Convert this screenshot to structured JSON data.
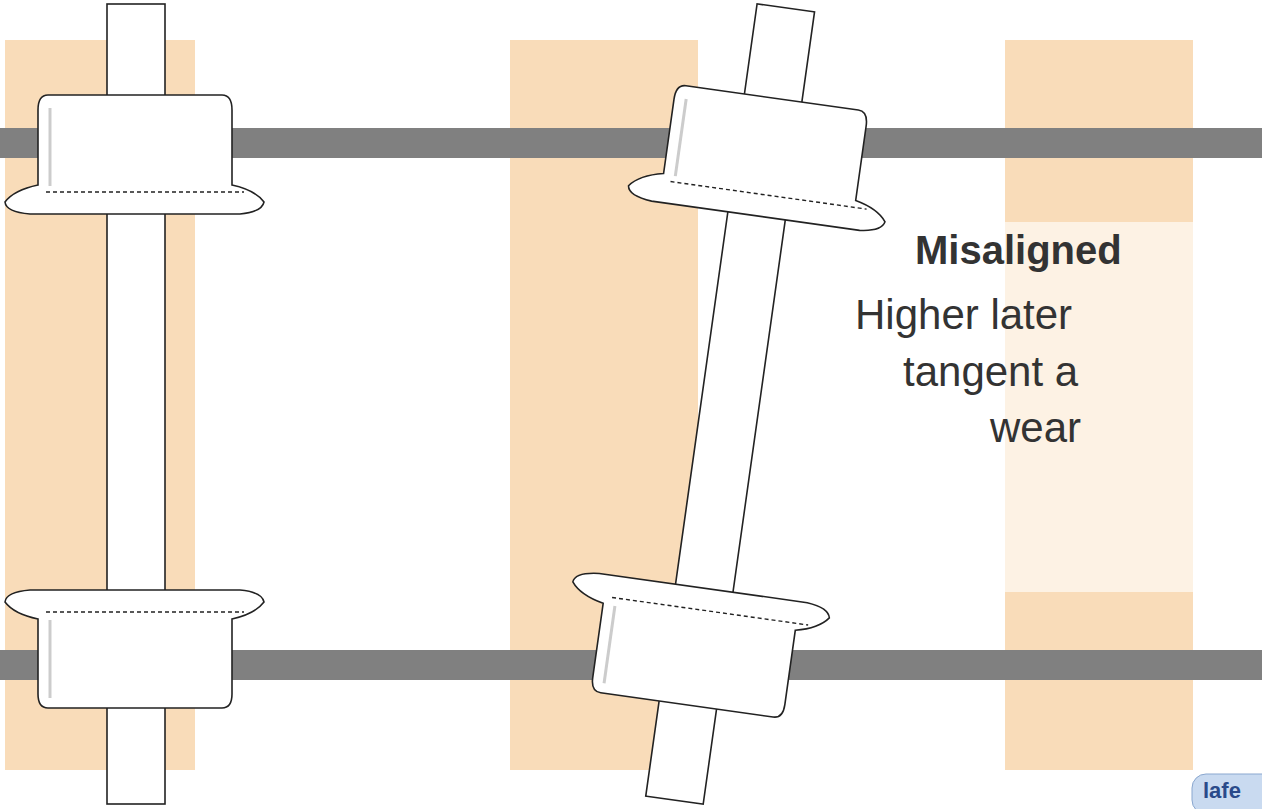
{
  "diagram": {
    "labels": [
      "Misaligned",
      "Higher later",
      "tangent a",
      "wear",
      "lafe"
    ]
  }
}
